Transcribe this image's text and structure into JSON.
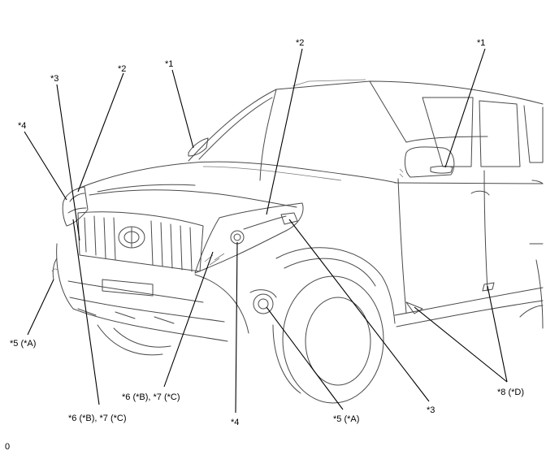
{
  "callouts": {
    "c1_top_right": "*1",
    "c1_top_left": "*1",
    "c2_top_center": "*2",
    "c2_top_left": "*2",
    "c3_top_left": "*3",
    "c4_left": "*4",
    "c5_left": "*5 (*A)",
    "c6_bottom_left": "*6 (*B), *7 (*C)",
    "c6_center": "*6 (*B), *7 (*C)",
    "c4_bottom": "*4",
    "c5_bottom": "*5 (*A)",
    "c3_bottom_right": "*3",
    "c8_right": "*8 (*D)"
  },
  "footer": {
    "code": "0"
  }
}
